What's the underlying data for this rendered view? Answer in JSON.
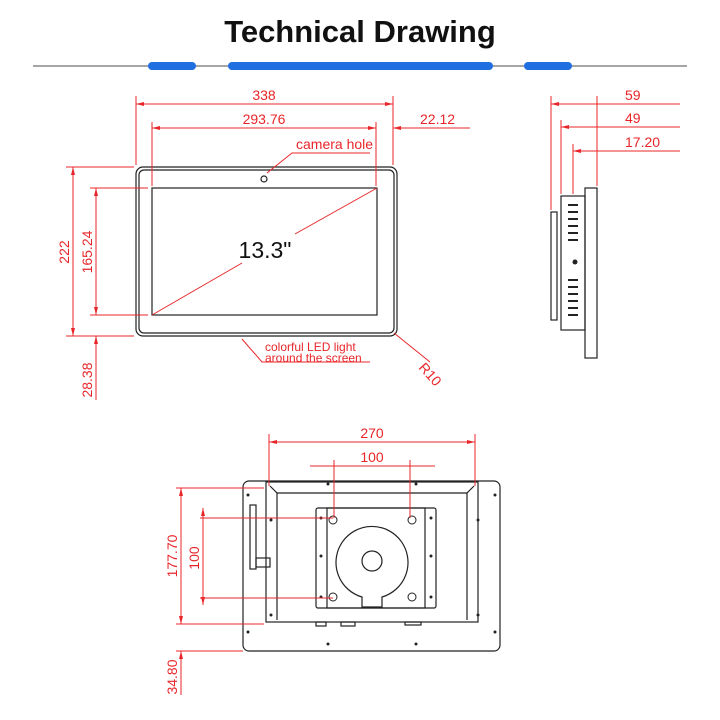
{
  "title": "Technical Drawing",
  "colors": {
    "accent": "#1f6fe0",
    "dimension": "#e8262a",
    "line": "#888888"
  },
  "front_view": {
    "width": "338",
    "screen_width": "293.76",
    "bezel_side": "22.12",
    "height": "222",
    "screen_height": "165.24",
    "bezel_bottom": "28.38",
    "diagonal": "13.3\"",
    "camera_label": "camera hole",
    "led_label_1": "colorful LED light",
    "led_label_2": "around the screen",
    "radius": "R10"
  },
  "side_view": {
    "depth_total": "59",
    "depth_body": "49",
    "depth_back": "17.20"
  },
  "back_view": {
    "width": "270",
    "vesa_h": "100",
    "height": "177.70",
    "vesa_v": "100",
    "bottom_offset": "34.80"
  }
}
